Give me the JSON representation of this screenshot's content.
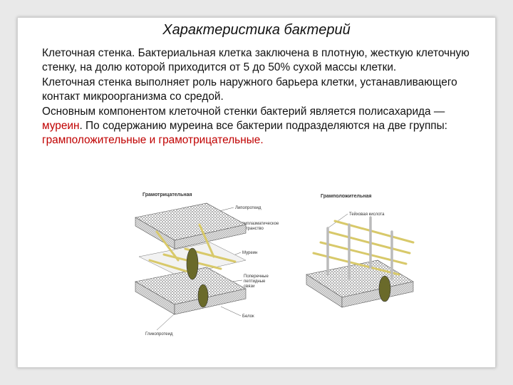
{
  "title": "Характеристика бактерий",
  "paragraphs": {
    "p1": "Клеточная стенка. Бактериальная клетка заключена в плотную, жесткую клеточную стенку, на долю которой приходится от 5 до 50% сухой массы клетки.",
    "p2": "Клеточная стенка выполняет роль наружного барьера клетки, устанавливающего контакт микроорганизма со средой.",
    "p3_a": "Основным компонентом клеточной стенки бактерий является полисахарида — ",
    "p3_murein": "муреин",
    "p3_b": ". По содержанию муреина все бактерии подразделяются на две группы: ",
    "p3_groups": "грамположительные и грамотрицательные."
  },
  "diagram": {
    "label_gram_neg": "Грамотрицательная",
    "label_gram_pos": "Грамположительная",
    "label_lipoprotein": "Липопротеид",
    "label_periplasm_1": "Периплазматическое",
    "label_periplasm_2": "пространство",
    "label_murein": "Муреин",
    "label_teichoic": "Тейховая кислота",
    "label_crosslinks_1": "Поперечные",
    "label_crosslinks_2": "пептидные",
    "label_crosslinks_3": "связи",
    "label_protein": "Белок",
    "label_glycoprotein": "Гликопротеид"
  },
  "colors": {
    "accent_red": "#c00000",
    "rod": "#d8c96a",
    "protein": "#6a6a2a"
  }
}
